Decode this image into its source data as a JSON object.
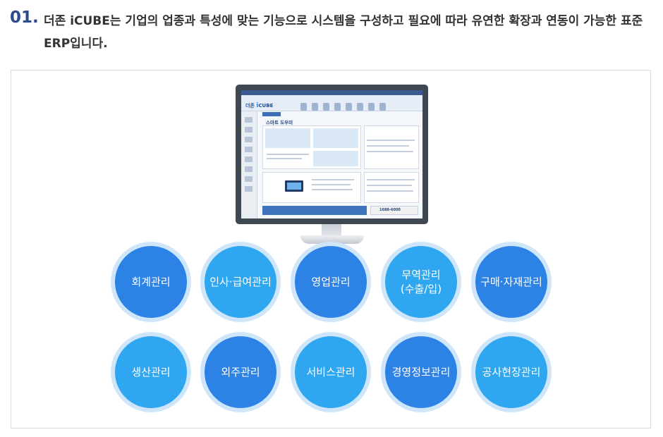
{
  "heading": {
    "number": "01.",
    "text": "더존 iCUBE는 기업의 업종과 특성에 맞는 기능으로 시스템을 구성하고 필요에 따라 유연한 확장과 연동이 가능한 표준 ERP입니다."
  },
  "screen": {
    "logo_prefix": "더존",
    "logo_i": "i",
    "logo_name": "CUBE",
    "page_title": "스마트 도우미",
    "phone": "1688-6000"
  },
  "modules": [
    {
      "label": "회계관리",
      "style": "dark"
    },
    {
      "label": "인사·급여관리",
      "style": "light"
    },
    {
      "label": "영업관리",
      "style": "dark"
    },
    {
      "label": "무역관리\n(수출/입)",
      "style": "light"
    },
    {
      "label": "구매·자재관리",
      "style": "dark"
    },
    {
      "label": "생산관리",
      "style": "light"
    },
    {
      "label": "외주관리",
      "style": "dark"
    },
    {
      "label": "서비스관리",
      "style": "light"
    },
    {
      "label": "경영정보관리",
      "style": "dark"
    },
    {
      "label": "공사현장관리",
      "style": "light"
    }
  ]
}
